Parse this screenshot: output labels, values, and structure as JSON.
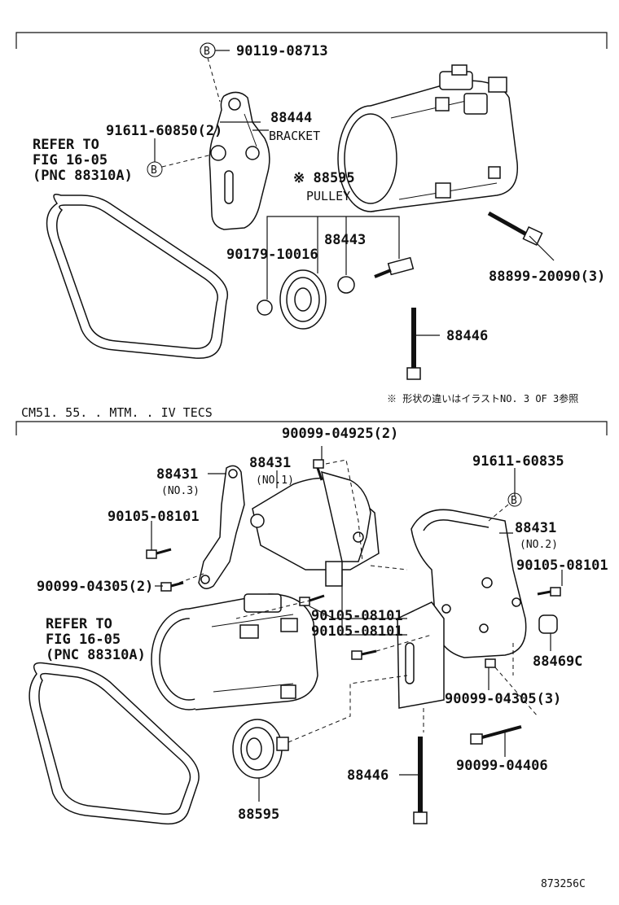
{
  "upper": {
    "circle_b_top": "B",
    "p_90119": "90119-08713",
    "p_91611_60850": "91611-60850(2)",
    "circle_b_left": "B",
    "p_88444": "88444",
    "bracket": "BRACKET",
    "refer_line1": "REFER TO",
    "refer_line2": "FIG 16-05",
    "refer_line3": "(PNC 88310A)",
    "p_88595": "※ 88595",
    "pulley": "PULLEY",
    "p_90179": "90179-10016",
    "p_88443": "88443",
    "p_88899": "88899-20090(3)",
    "p_88446": "88446",
    "note": "※ 形状の違いはイラストNO. 3 OF 3参照"
  },
  "section_title": "CM51. 55. . MTM. . IV TECS",
  "lower": {
    "p_90099_04925": "90099-04925(2)",
    "p_88431_no1": "88431",
    "no1": "(NO.1)",
    "p_88431_no3": "88431",
    "no3": "(NO.3)",
    "p_91611_60835": "91611-60835",
    "circle_b": "B",
    "p_90105_left": "90105-08101",
    "p_88431_no2": "88431",
    "no2": "(NO.2)",
    "p_90105_right": "90105-08101",
    "p_90099_04305_2": "90099-04305(2)",
    "p_90105_mid1": "90105-08101",
    "p_90105_mid2": "90105-08101",
    "refer_line1": "REFER TO",
    "refer_line2": "FIG 16-05",
    "refer_line3": "(PNC 88310A)",
    "p_88469c": "88469C",
    "p_90099_04305_3": "90099-04305(3)",
    "p_90099_04406": "90099-04406",
    "p_88446": "88446",
    "p_88595": "88595"
  },
  "figure_code": "873256C"
}
